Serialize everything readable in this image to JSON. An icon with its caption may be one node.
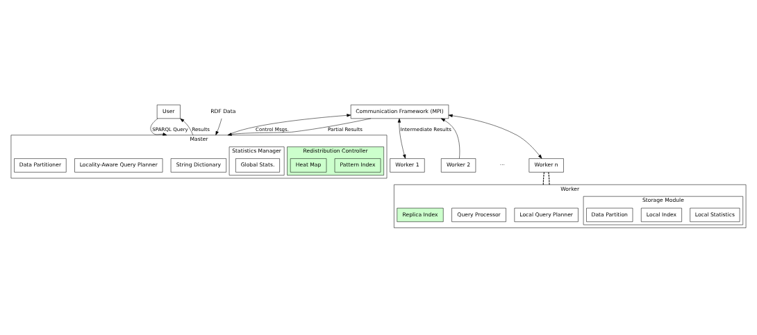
{
  "diagram": {
    "nodes": [
      {
        "text": [
          "User"
        ]
      },
      {
        "text": [
          "RDF Data"
        ]
      },
      {
        "text": [
          "Communication Framework (MPI)"
        ]
      },
      {
        "text": [
          "Worker 1"
        ]
      },
      {
        "text": [
          "Worker 2"
        ]
      },
      {
        "text": [
          "Worker n"
        ]
      },
      {
        "text": [
          "Master"
        ]
      },
      {
        "text": [
          "String Dictionary"
        ],
        "in": 6
      },
      {
        "text": [
          "Locality-Aware Query Planner"
        ],
        "in": 6
      },
      {
        "text": [
          "Data Partitioner"
        ],
        "in": 6
      },
      {
        "text": [
          "Redistribution Controller"
        ],
        "in": 6
      },
      {
        "text": [
          "Pattern Index"
        ],
        "in": 10
      },
      {
        "text": [
          "Heat Map"
        ],
        "in": 10
      },
      {
        "text": [
          "Statistics Manager"
        ],
        "in": 6
      },
      {
        "text": [
          "Global Stats."
        ],
        "in": 13
      },
      {
        "text": [
          "Worker"
        ]
      },
      {
        "text": [
          "Local Query Planner"
        ],
        "in": 15
      },
      {
        "text": [
          "Query Processor"
        ],
        "in": 15
      },
      {
        "text": [
          "Storage Module"
        ],
        "in": 15
      },
      {
        "text": [
          "Local Statistics"
        ],
        "in": 18
      },
      {
        "text": [
          "Local Index"
        ],
        "in": 18
      },
      {
        "text": [
          "Data Partition"
        ],
        "in": 18
      },
      {
        "text": [
          "Replica Index"
        ],
        "in": 15
      }
    ],
    "edges": [
      {
        "from": 0,
        "to": 6,
        "arrow": "to",
        "label": "SPARQL Query"
      },
      {
        "from": 6,
        "to": 0,
        "arrow": "to",
        "label": "Results"
      },
      {
        "from": 1,
        "to": 6,
        "arrow": "to"
      },
      {
        "from": 6,
        "to": 2,
        "arrow": "to",
        "label": "Control Msgs."
      },
      {
        "from": 2,
        "to": 6,
        "arrow": "to",
        "label": "Partial Results"
      },
      {
        "from": 3,
        "to": 2,
        "arrow": "both",
        "label": "Intermediate Results"
      },
      {
        "from": 4,
        "to": 2,
        "arrow": "to"
      },
      {
        "from": 5,
        "to": 2,
        "arrow": "both"
      },
      {
        "from": 5,
        "to": 15,
        "arrow": "none",
        "style": "dashed"
      },
      {
        "from": 5,
        "to": 15,
        "arrow": "none",
        "style": "dashed"
      }
    ],
    "labels": [
      "···"
    ]
  }
}
